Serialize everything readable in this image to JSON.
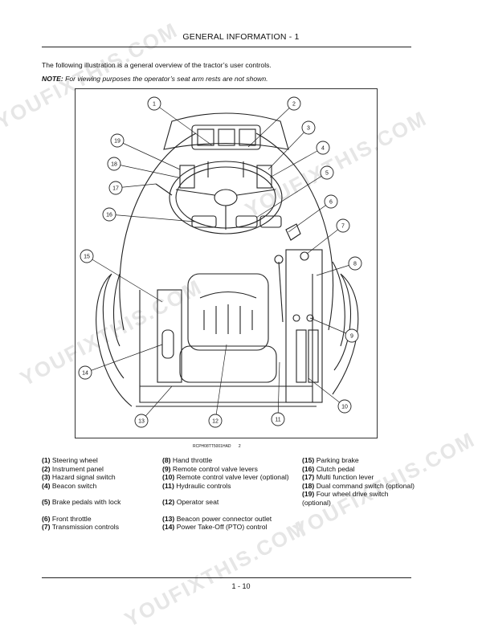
{
  "header": {
    "title": "GENERAL INFORMATION - 1"
  },
  "intro": {
    "text": "The following illustration is a general overview of the tractor’s user controls.",
    "note_label": "NOTE:",
    "note_text": "For viewing purposes the operator’s seat arm rests are not shown."
  },
  "figure": {
    "reference": "RCPH08TT5001HAD",
    "reference_num": "2",
    "callouts": [
      "1",
      "2",
      "3",
      "4",
      "5",
      "6",
      "7",
      "8",
      "9",
      "10",
      "11",
      "12",
      "13",
      "14",
      "15",
      "16",
      "17",
      "18",
      "19"
    ]
  },
  "legend": {
    "col1": [
      {
        "num": "(1)",
        "label": "Steering wheel"
      },
      {
        "num": "(2)",
        "label": "Instrument panel"
      },
      {
        "num": "(3)",
        "label": "Hazard signal switch"
      },
      {
        "num": "(4)",
        "label": "Beacon switch"
      },
      {
        "num": "(5)",
        "label": "Brake pedals with lock"
      },
      {
        "num": "(6)",
        "label": "Front throttle"
      },
      {
        "num": "(7)",
        "label": "Transmission controls"
      }
    ],
    "col2": [
      {
        "num": "(8)",
        "label": "Hand throttle"
      },
      {
        "num": "(9)",
        "label": "Remote control valve levers"
      },
      {
        "num": "(10)",
        "label": "Remote control valve lever (optional)"
      },
      {
        "num": "(11)",
        "label": "Hydraulic controls"
      },
      {
        "num": "(12)",
        "label": "Operator seat"
      },
      {
        "num": "(13)",
        "label": "Beacon power connector outlet"
      },
      {
        "num": "(14)",
        "label": "Power Take-Off (PTO) control"
      }
    ],
    "col3": [
      {
        "num": "(15)",
        "label": "Parking brake"
      },
      {
        "num": "(16)",
        "label": "Clutch pedal"
      },
      {
        "num": "(17)",
        "label": "Multi function lever"
      },
      {
        "num": "(18)",
        "label": "Dual command switch (optional)"
      },
      {
        "num": "(19)",
        "label": "Four wheel drive switch (optional)"
      }
    ]
  },
  "watermark": {
    "text": "YOUFIXTHIS.COM"
  },
  "footer": {
    "page": "1 - 10"
  }
}
